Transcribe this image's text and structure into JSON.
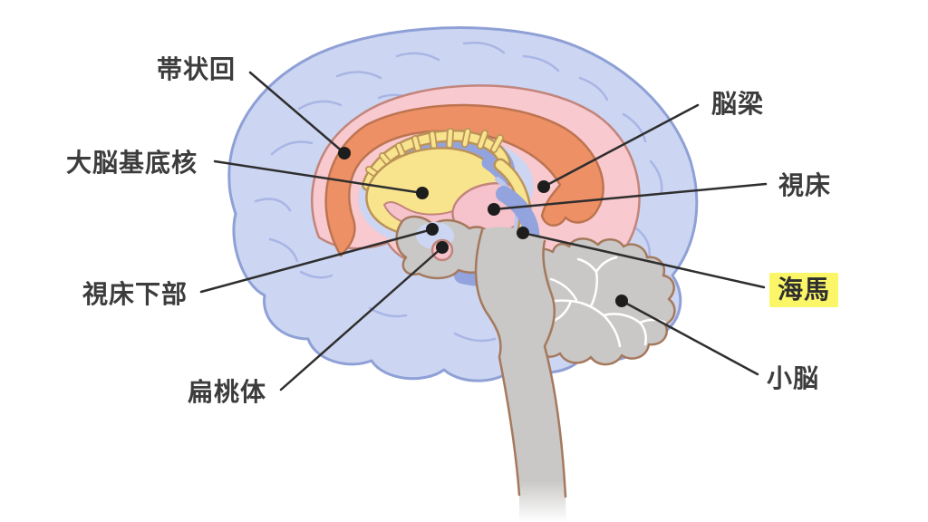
{
  "figure": {
    "type": "brain-sagittal-anatomy-diagram",
    "background": "#ffffff"
  },
  "labels": [
    {
      "id": "cingulate-gyrus",
      "text": "帯状回",
      "highlighted": false
    },
    {
      "id": "basal-ganglia",
      "text": "大脳基底核",
      "highlighted": false
    },
    {
      "id": "hypothalamus",
      "text": "視床下部",
      "highlighted": false
    },
    {
      "id": "amygdala",
      "text": "扁桃体",
      "highlighted": false
    },
    {
      "id": "corpus-callosum",
      "text": "脳梁",
      "highlighted": false
    },
    {
      "id": "thalamus",
      "text": "視床",
      "highlighted": false
    },
    {
      "id": "hippocampus",
      "text": "海馬",
      "highlighted": true,
      "highlight_color": "#fbf668"
    },
    {
      "id": "cerebellum",
      "text": "小脳",
      "highlighted": false
    }
  ],
  "colors": {
    "cerebrum_fill": "#ccd6f2",
    "cerebrum_outline": "#8fa0d6",
    "gyri_lines": "#a9b5e5",
    "cingulate_pink": "#f9c9d0",
    "corpus_callosum_orange": "#ee9065",
    "basal_ganglia_yellow": "#f8e48d",
    "thalamus_pink": "#f6c3cd",
    "hippocampus_blue": "#93a3dd",
    "light_blue_arc": "#bcc7ec",
    "brainstem_gray": "#c9c8c6",
    "brown_outline": "#a5795d",
    "pink_outline": "#c2857b",
    "yellow_outline": "#bb9359",
    "leader_line": "#2e2e2e",
    "label_text": "#3c3c3c",
    "highlight_yellow": "#fbf668"
  }
}
